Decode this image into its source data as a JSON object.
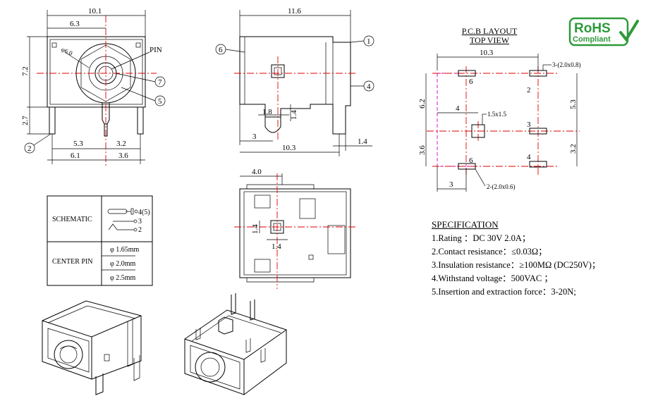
{
  "front_view": {
    "dims": {
      "w_total": "10.1",
      "w_left": "6.3",
      "h_upper": "7.2",
      "h_lower": "2.7",
      "b1": "5.3",
      "b2": "3.2",
      "b3": "6.1",
      "b4": "3.6",
      "dia": "φ6.0"
    },
    "label_pin": "PIN",
    "callouts": [
      "7",
      "5",
      "2"
    ]
  },
  "side_view": {
    "dims": {
      "w_total": "11.6",
      "d1": "1.8",
      "d2": "1.4",
      "d3": "3",
      "d4": "10.3",
      "d5": "1.4"
    },
    "callouts": [
      "6",
      "1",
      "4"
    ]
  },
  "bottom_view": {
    "dims": {
      "w": "4.0",
      "h": "1.4",
      "w2": "1.4"
    }
  },
  "pcb_layout": {
    "title1": "P.C.B LAYOUT",
    "title2": "TOP VIEW",
    "dims": {
      "w": "10.3",
      "h1": "6.2",
      "h2": "3.6",
      "x1": "4",
      "x2": "3",
      "v1": "5.3",
      "v2": "3.2"
    },
    "notes": {
      "pad_large": "3-(2.0x0.8)",
      "pad_center": "1.5x1.5",
      "pad_small": "2-(2.0x0.6)"
    },
    "pads": [
      "6",
      "2",
      "3",
      "4",
      "6"
    ]
  },
  "table": {
    "row1_label": "SCHEMATIC",
    "row2_label": "CENTER PIN",
    "schematic_pins": [
      "4(5)",
      "3",
      "2"
    ],
    "center_pins": [
      "φ 1.65mm",
      "φ 2.0mm",
      "φ 2.5mm"
    ]
  },
  "rohs": {
    "line1": "RoHS",
    "line2": "Compliant",
    "color": "#2e9a3a"
  },
  "specification": {
    "title": "SPECIFICATION",
    "items": [
      "1.Rating ：DC 30V 2.0A；",
      "2.Contact resistance：≤0.03Ω；",
      "3.Insulation resistance：≥100MΩ (DC250V)；",
      "4.Withstand voltage：500VAC ；",
      "5.Insertion and extraction force：3-20N;"
    ]
  }
}
